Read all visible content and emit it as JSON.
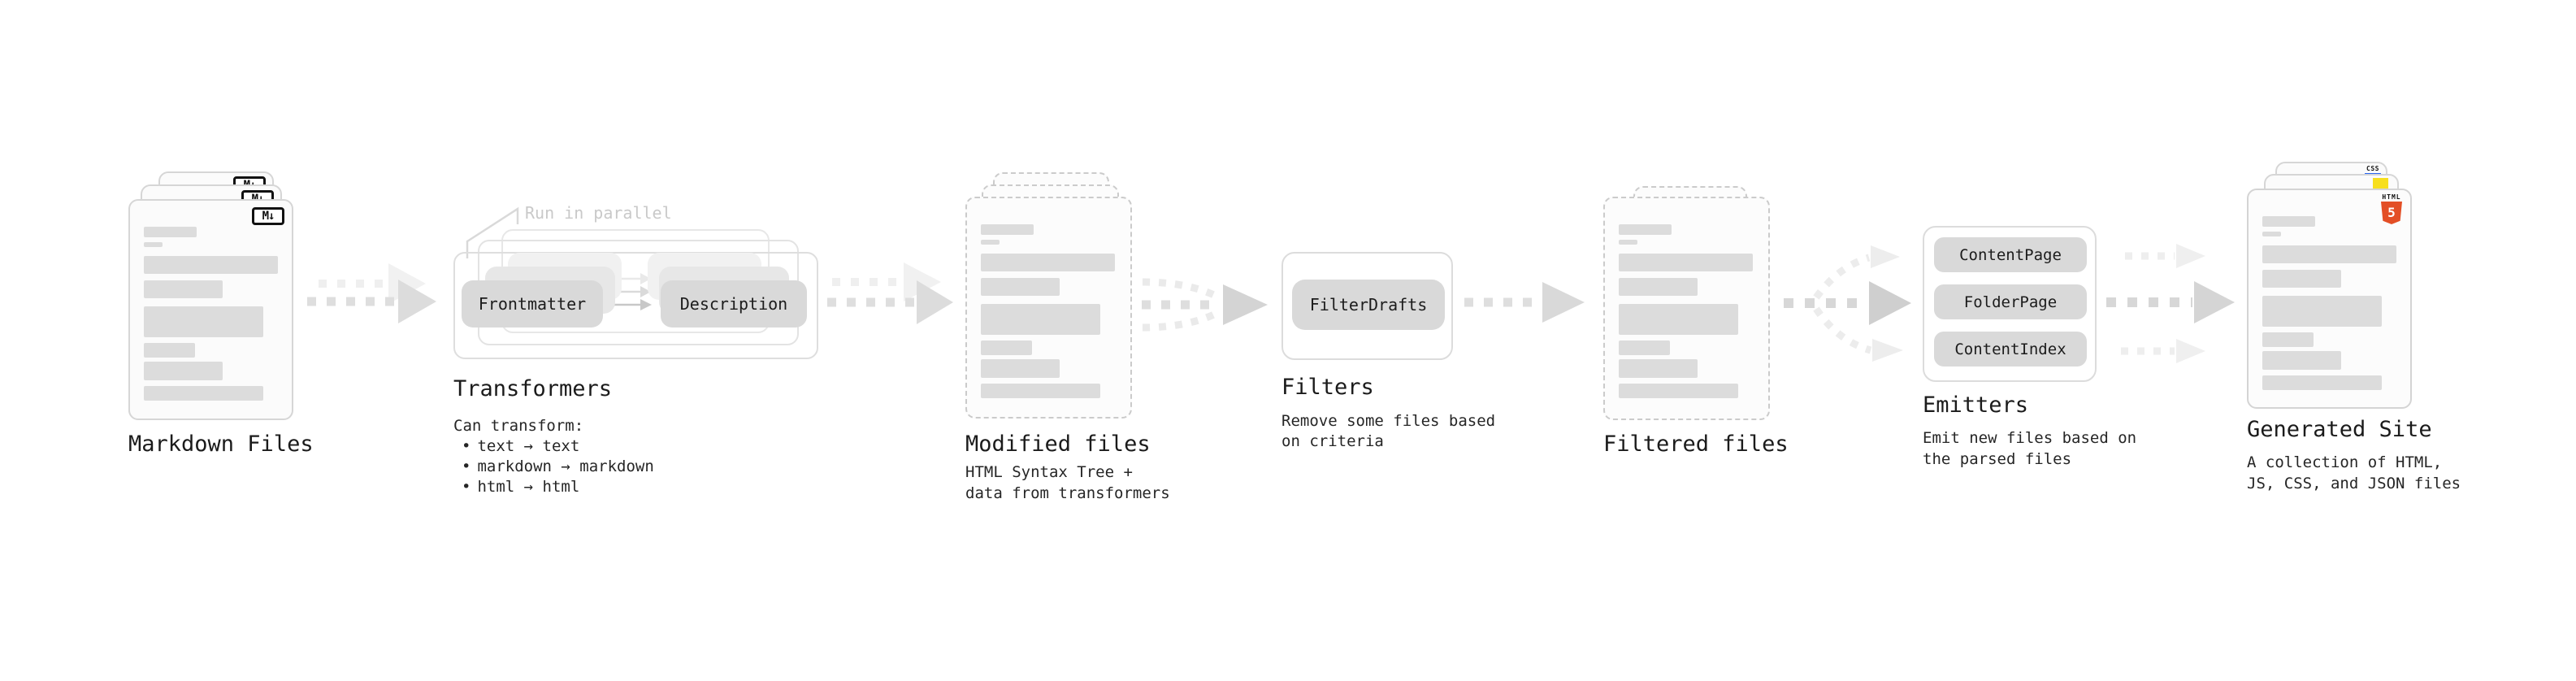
{
  "colors": {
    "html5_orange": "#e34f26",
    "js_yellow": "#f7df1e",
    "css_blue": "#2965f1",
    "card_border_gray": "#d6d6d6",
    "pill_gray": "#d9d9d9",
    "arrow_gray": "#d9d9d9",
    "note_gray": "#c9c9c9",
    "text_dark": "#1f1f1f"
  },
  "stages": {
    "markdown": {
      "title": "Markdown Files",
      "badge": "M↓"
    },
    "transformers": {
      "title": "Transformers",
      "note": "Run in parallel",
      "pill_left": "Frontmatter",
      "pill_right": "Description",
      "desc_heading": "Can transform:",
      "bullet_char": "•",
      "bullets": [
        "text → text",
        "markdown → markdown",
        "html → html"
      ]
    },
    "modified": {
      "title": "Modified files",
      "subtitle_line1": "HTML Syntax Tree +",
      "subtitle_line2": "data from transformers"
    },
    "filters": {
      "title": "Filters",
      "pill": "FilterDrafts",
      "subtitle_line1": "Remove some files based",
      "subtitle_line2": "on criteria"
    },
    "filtered": {
      "title": "Filtered files"
    },
    "emitters": {
      "title": "Emitters",
      "pills": [
        "ContentPage",
        "FolderPage",
        "ContentIndex"
      ],
      "subtitle_line1": "Emit new files based on",
      "subtitle_line2": "the parsed files"
    },
    "generated": {
      "title": "Generated Site",
      "subtitle_line1": "A collection of HTML,",
      "subtitle_line2": "JS, CSS, and JSON files",
      "badge_css": "CSS",
      "badge_html_label": "HTML",
      "badge_html_number": "5"
    }
  }
}
